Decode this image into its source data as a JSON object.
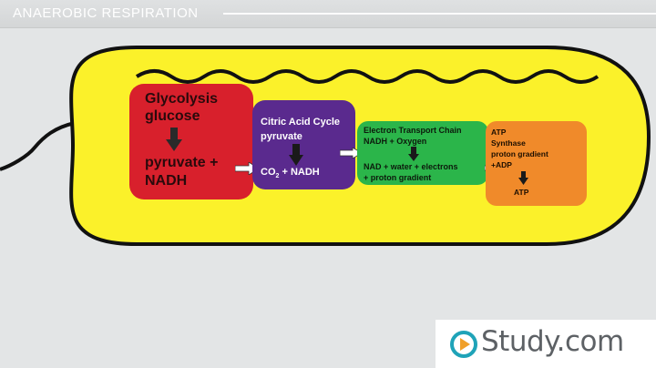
{
  "header": {
    "title": "ANAEROBIC RESPIRATION"
  },
  "diagram": {
    "glycolysis": {
      "line1": "Glycolysis",
      "line2": "glucose",
      "line3": "pyruvate +",
      "line4": "NADH"
    },
    "citric_acid_cycle": {
      "line1": "Citric Acid Cycle",
      "line2": "pyruvate",
      "co2": "CO",
      "co2_sub": "2",
      "nadh": "+ NADH"
    },
    "electron_transport_chain": {
      "line1": "Electron Transport Chain",
      "line2": "NADH + Oxygen",
      "line3": "NAD + water + electrons",
      "line4": "+ proton gradient"
    },
    "atp_synthase": {
      "line1": "ATP",
      "line2": "Synthase",
      "line3": "proton gradient",
      "line4": "+ADP",
      "line5": "ATP"
    },
    "colors": {
      "cell": "#fbf12a",
      "glycolysis": "#d8202c",
      "citric": "#5a2a8e",
      "etc": "#2bb54a",
      "atp": "#f08a2a"
    }
  },
  "logo": {
    "text": "Study.com"
  }
}
